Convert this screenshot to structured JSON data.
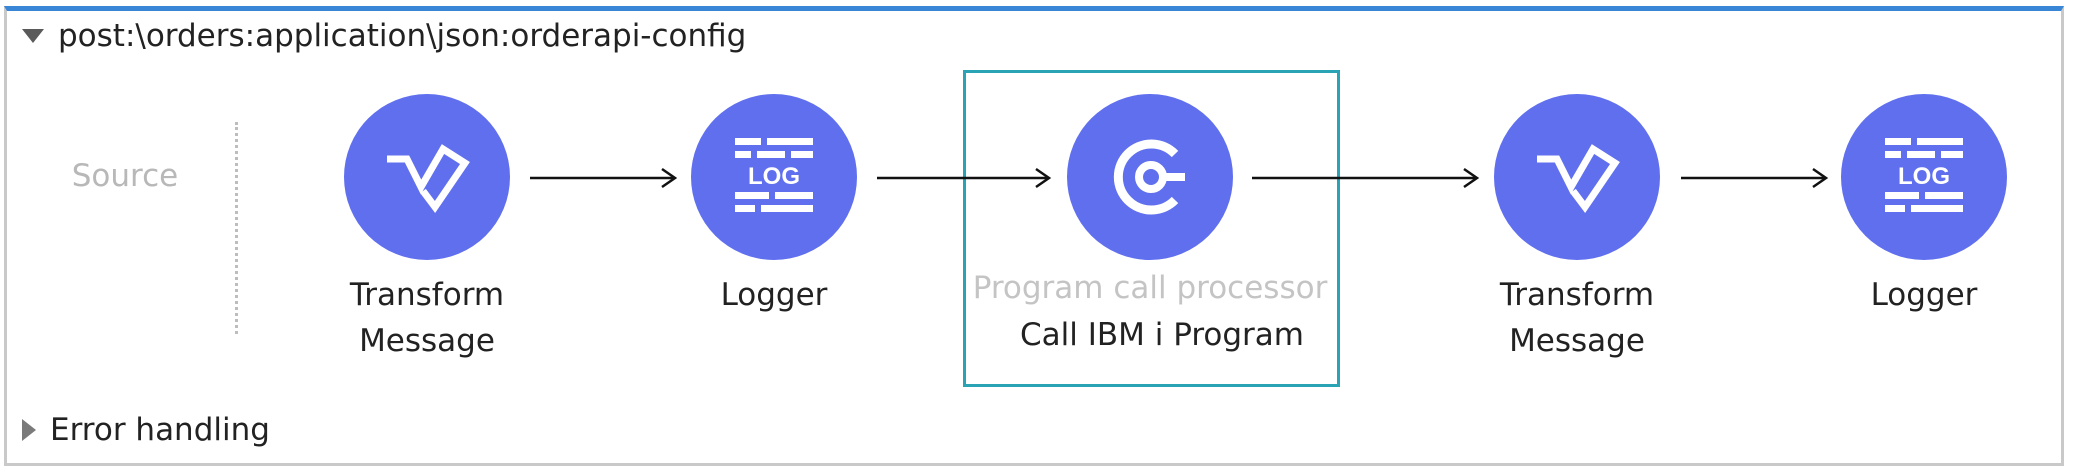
{
  "flow": {
    "title": "post:\\orders:application\\json:orderapi-config",
    "source_label": "Source",
    "error_handling_label": "Error handling"
  },
  "components": [
    {
      "label_line1": "Transform",
      "label_line2": "Message",
      "icon": "transform-message-icon"
    },
    {
      "label_line1": "Logger",
      "icon": "logger-icon"
    },
    {
      "category": "Program call processor",
      "label": "Call IBM i Program",
      "icon": "program-call-icon",
      "selected": true
    },
    {
      "label_line1": "Transform",
      "label_line2": "Message",
      "icon": "transform-message-icon"
    },
    {
      "label_line1": "Logger",
      "icon": "logger-icon"
    }
  ],
  "colors": {
    "accent": "#3a86d6",
    "icon_bg": "#5f6fee",
    "selection": "#2aa4b4",
    "muted_text": "#b8b8b8"
  }
}
